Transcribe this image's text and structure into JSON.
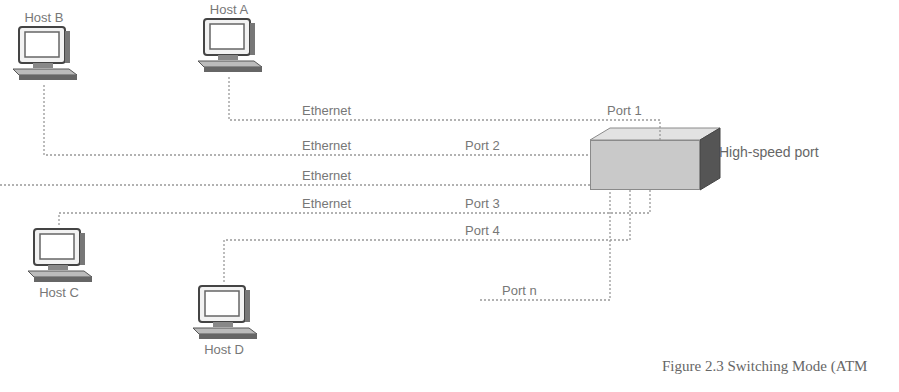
{
  "diagram": {
    "caption": "Figure 2.3  Switching Mode (ATM",
    "nodes": [
      {
        "text": [
          "Host A"
        ]
      },
      {
        "text": [
          "Host B"
        ]
      },
      {
        "text": [
          "Host C"
        ]
      },
      {
        "text": [
          "Host D"
        ]
      },
      {
        "text": [
          "High-speed port"
        ]
      }
    ],
    "edges": [
      {
        "from": 0,
        "to": 4,
        "label": "Ethernet",
        "arrow": "none"
      },
      {
        "from": 1,
        "to": 4,
        "label": "Ethernet",
        "arrow": "none"
      },
      {
        "from": 2,
        "to": 4,
        "label": "Ethernet",
        "arrow": "none"
      },
      {
        "from": 3,
        "to": 4,
        "arrow": "none"
      }
    ],
    "labels": [
      "Port 1",
      "Port 2",
      "Ethernet",
      "Port 3",
      "Port 4",
      "Port n"
    ]
  }
}
